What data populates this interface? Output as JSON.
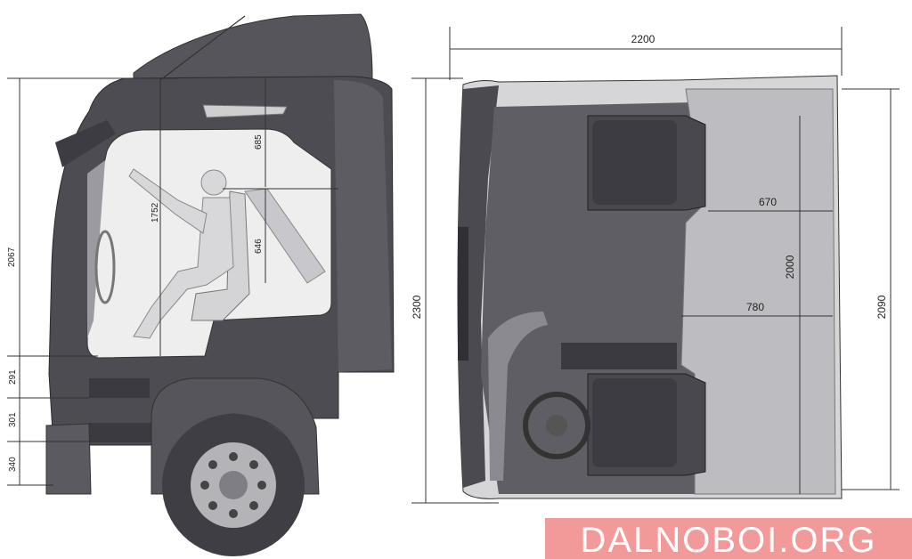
{
  "side_view": {
    "dimensions": {
      "total_height": "2067",
      "interior_height": "1752",
      "roof_clearance": "685",
      "bunk_height": "646",
      "step_1": "291",
      "step_2": "301",
      "step_3": "340"
    }
  },
  "top_view": {
    "dimensions": {
      "overall_width": "2200",
      "overall_length": "2300",
      "interior_length": "2090",
      "bunk_length": "2000",
      "bunk_width_upper": "670",
      "bunk_width_lower": "780"
    }
  },
  "watermark": {
    "text": "DALNOBOI.ORG",
    "background": "#f29a9a"
  },
  "colors": {
    "cab_dark": "#4a4a50",
    "cab_mid": "#6a6a70",
    "interior_light": "#b8b8bc",
    "floor_grey": "#8e8e92"
  }
}
